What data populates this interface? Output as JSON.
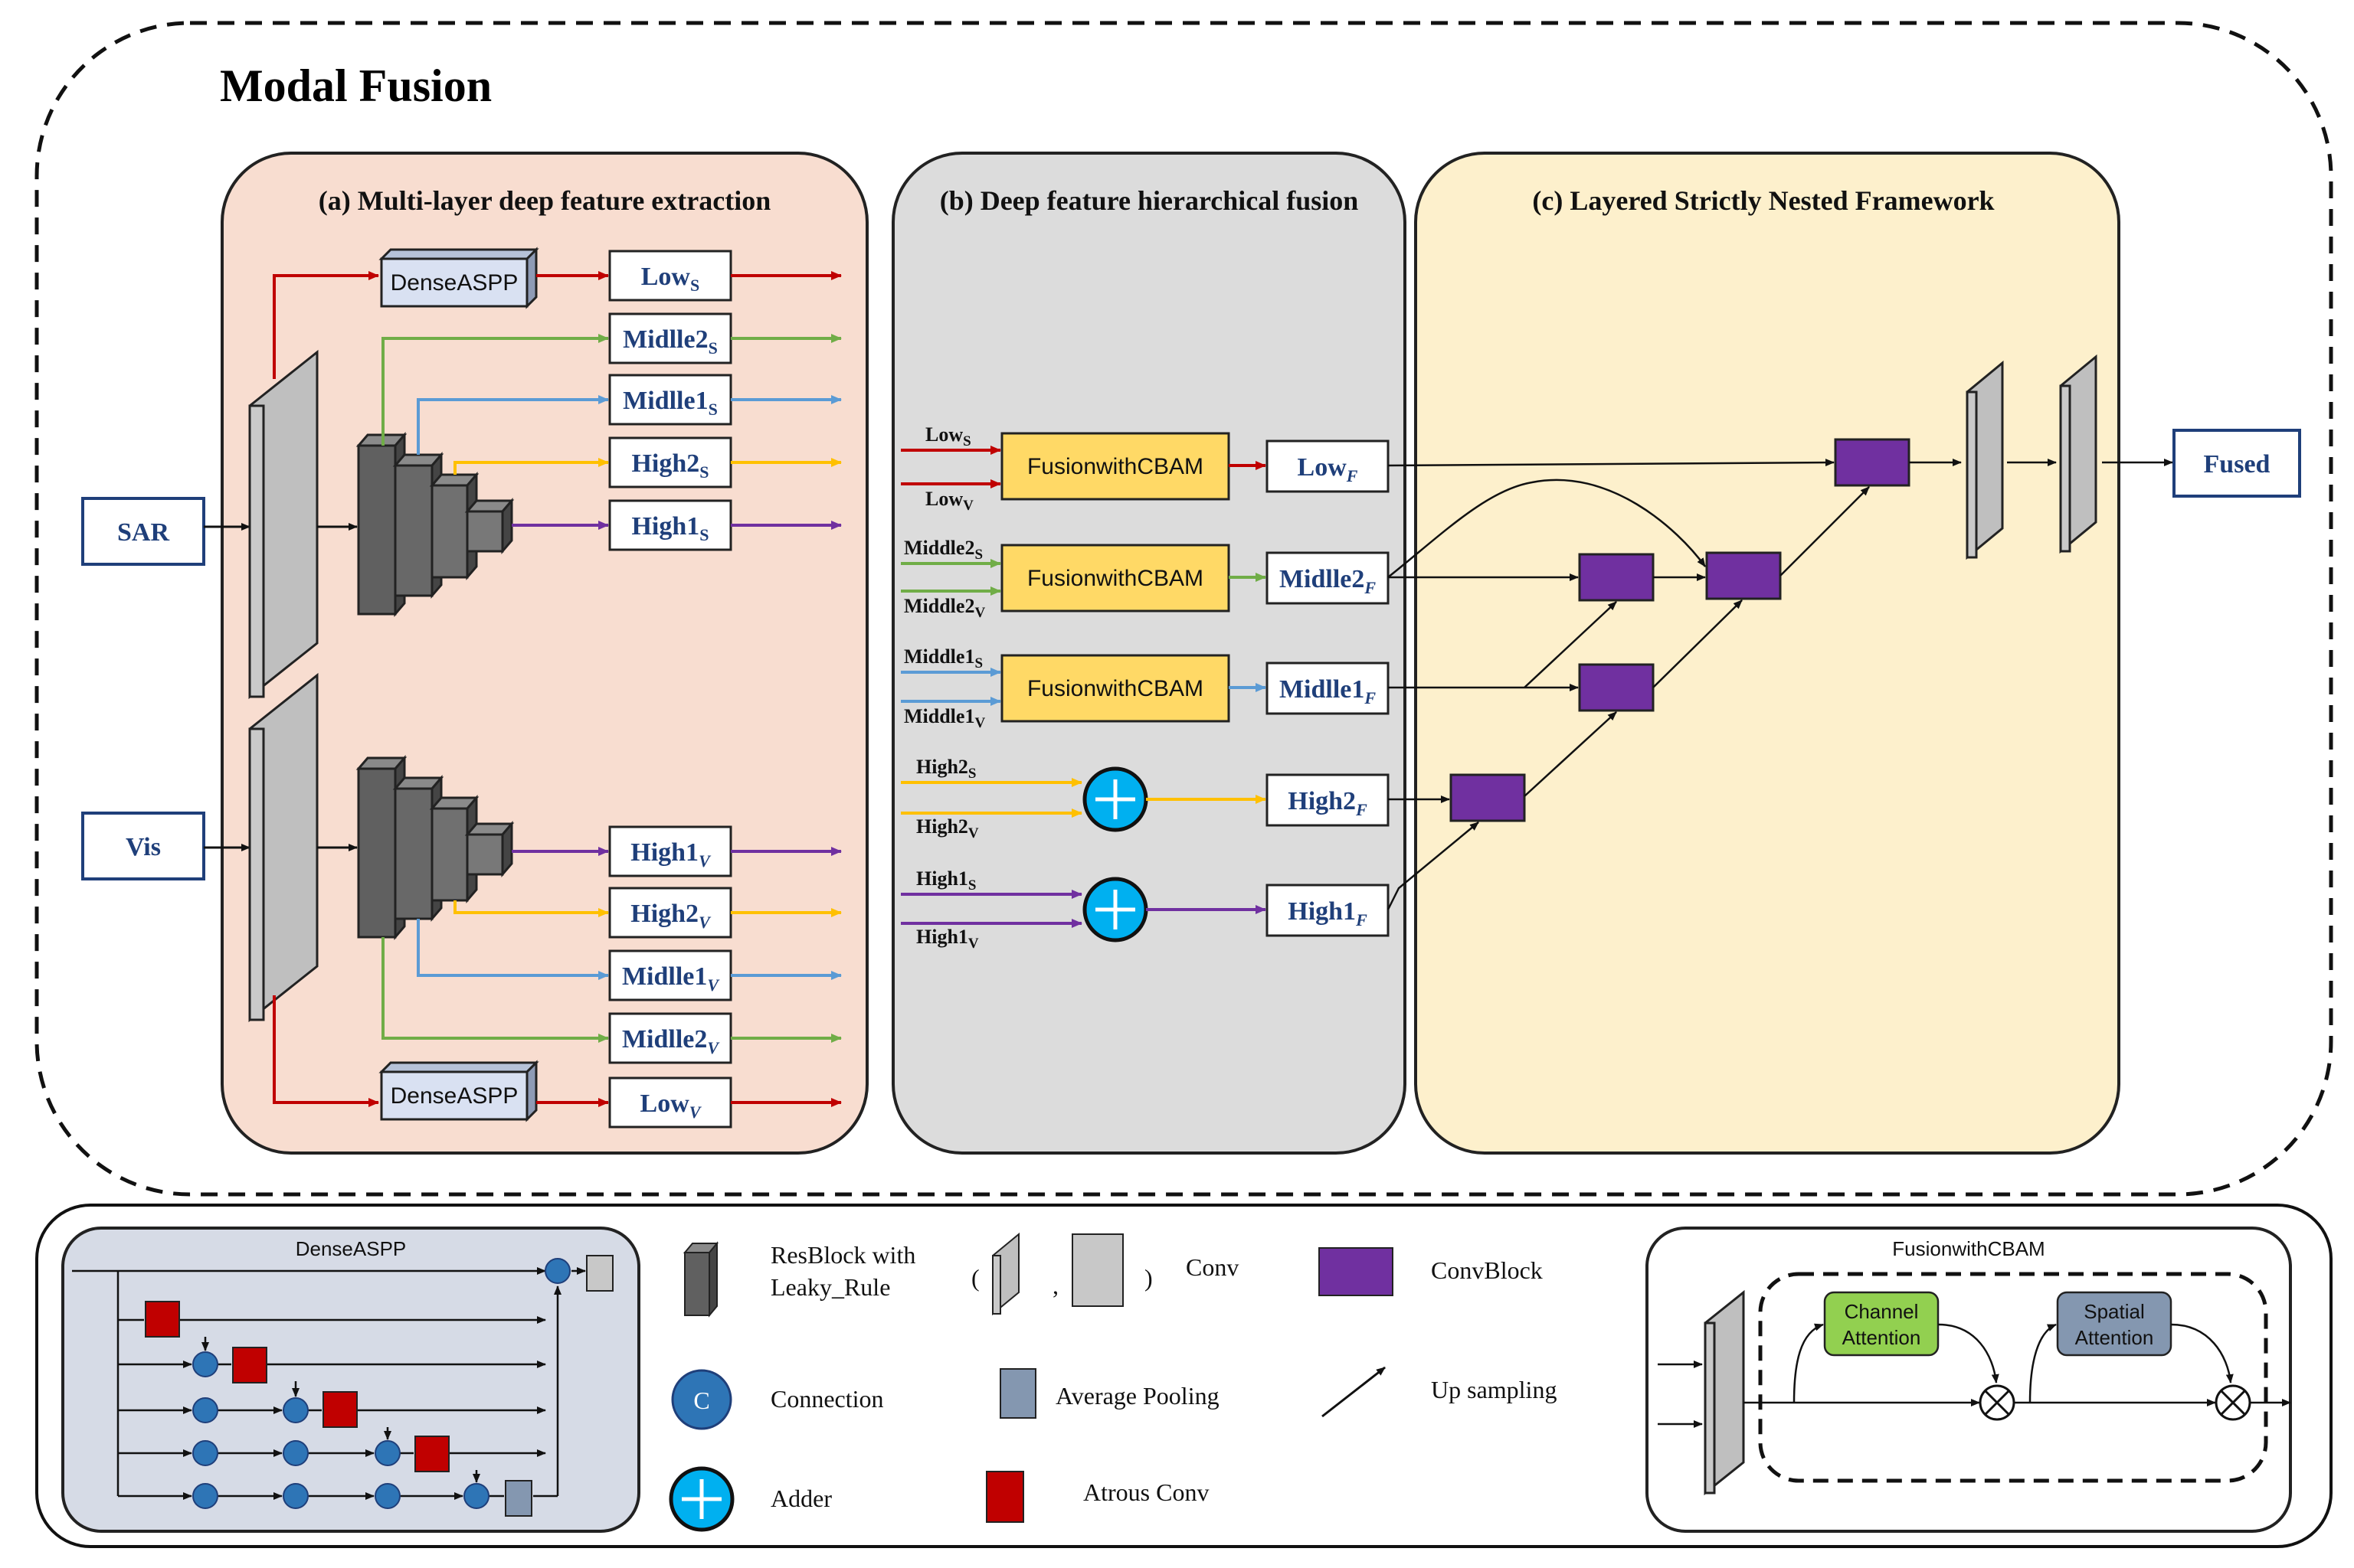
{
  "title": "Modal Fusion",
  "colors": {
    "panel_a": "#f8ddd0",
    "panel_b": "#dcdcdc",
    "panel_c": "#fdf0cc",
    "low": "#c00000",
    "middle2": "#70ad47",
    "middle1": "#5b9bd5",
    "high2": "#ffc000",
    "high1": "#7030a0",
    "convblock": "#7030a0",
    "fusion_box": "#ffd966",
    "adder": "#00b0f0",
    "label_blue": "#1f3f7a"
  },
  "panel_a": {
    "title": "(a) Multi-layer deep feature extraction",
    "inputs": [
      "SAR",
      "Vis"
    ],
    "dense_aspp": "DenseASPP",
    "sar_outputs": [
      {
        "base": "Low",
        "sub": "S"
      },
      {
        "base": "Midlle2",
        "sub": "S"
      },
      {
        "base": "Midlle1",
        "sub": "S"
      },
      {
        "base": "High2",
        "sub": "S"
      },
      {
        "base": "High1",
        "sub": "S"
      }
    ],
    "vis_outputs": [
      {
        "base": "High1",
        "sub": "V"
      },
      {
        "base": "High2",
        "sub": "V"
      },
      {
        "base": "Midlle1",
        "sub": "V"
      },
      {
        "base": "Midlle2",
        "sub": "V"
      },
      {
        "base": "Low",
        "sub": "V"
      }
    ]
  },
  "panel_b": {
    "title": "(b) Deep feature hierarchical fusion",
    "fusion_label": "FusionwithCBAM",
    "rows": [
      {
        "in1": {
          "base": "Low",
          "sub": "S"
        },
        "in2": {
          "base": "Low",
          "sub": "V"
        },
        "out": {
          "base": "Low",
          "sub": "F"
        }
      },
      {
        "in1": {
          "base": "Middle2",
          "sub": "S"
        },
        "in2": {
          "base": "Middle2",
          "sub": "V"
        },
        "out": {
          "base": "Midlle2",
          "sub": "F"
        }
      },
      {
        "in1": {
          "base": "Middle1",
          "sub": "S"
        },
        "in2": {
          "base": "Middle1",
          "sub": "V"
        },
        "out": {
          "base": "Midlle1",
          "sub": "F"
        }
      },
      {
        "in1": {
          "base": "High2",
          "sub": "S"
        },
        "in2": {
          "base": "High2",
          "sub": "V"
        },
        "out": {
          "base": "High2",
          "sub": "F"
        }
      },
      {
        "in1": {
          "base": "High1",
          "sub": "S"
        },
        "in2": {
          "base": "High1",
          "sub": "V"
        },
        "out": {
          "base": "High1",
          "sub": "F"
        }
      }
    ]
  },
  "panel_c": {
    "title": "(c) Layered Strictly Nested Framework",
    "output": "Fused"
  },
  "legend": {
    "dense_aspp_title": "DenseASPP",
    "resblock": [
      "ResBlock with",
      "Leaky_Rule"
    ],
    "conv": "Conv",
    "conv_punct": [
      "(",
      ",",
      ")"
    ],
    "convblock": "ConvBlock",
    "connection": "Connection",
    "connection_symbol": "C",
    "average_pooling": "Average Pooling",
    "up_sampling": "Up sampling",
    "adder": "Adder",
    "atrous_conv": "Atrous Conv",
    "fusion_title": "FusionwithCBAM",
    "channel_attention": [
      "Channel",
      "Attention"
    ],
    "spatial_attention": [
      "Spatial",
      "Attention"
    ]
  }
}
